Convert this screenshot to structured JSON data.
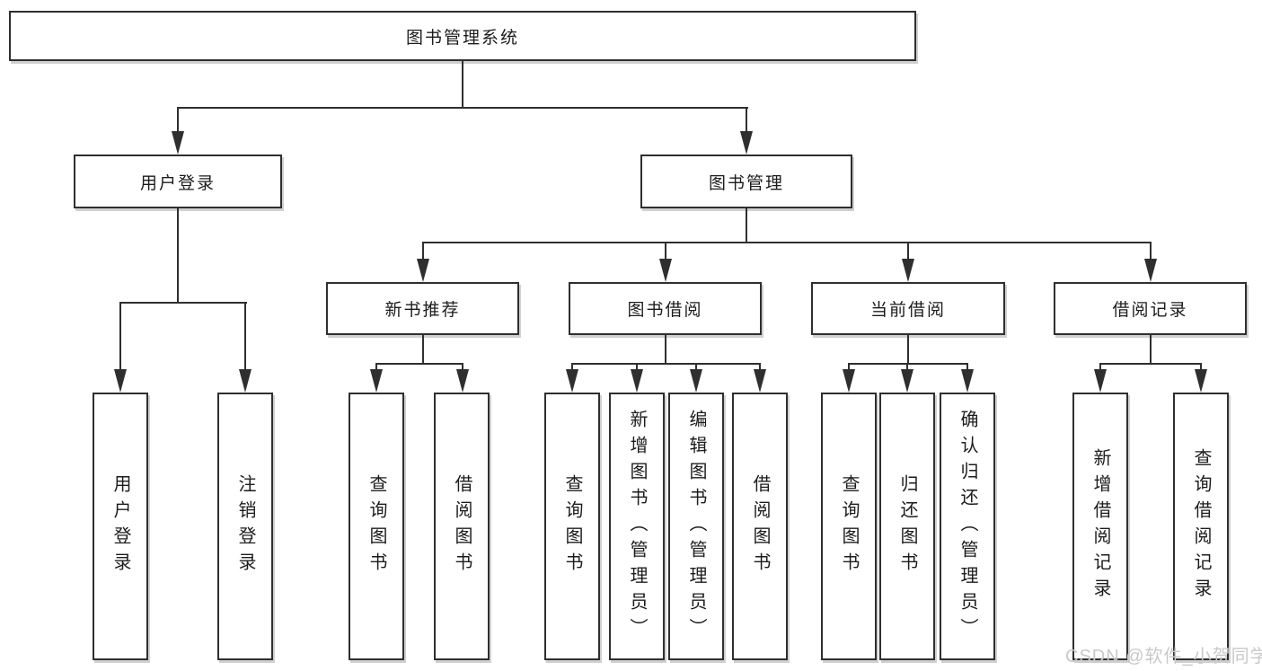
{
  "diagram": {
    "title_node": {
      "label": "图书管理系统"
    },
    "level2": [
      {
        "label": "用户登录"
      },
      {
        "label": "图书管理"
      }
    ],
    "level3": [
      {
        "label": "新书推荐"
      },
      {
        "label": "图书借阅"
      },
      {
        "label": "当前借阅"
      },
      {
        "label": "借阅记录"
      }
    ],
    "leaves": [
      {
        "label": "用户登录"
      },
      {
        "label": "注销登录"
      },
      {
        "label": "查询图书"
      },
      {
        "label": "借阅图书"
      },
      {
        "label": "查询图书"
      },
      {
        "label": "新增图书（管理员）"
      },
      {
        "label": "编辑图书（管理员）"
      },
      {
        "label": "借阅图书"
      },
      {
        "label": "查询图书"
      },
      {
        "label": "归还图书"
      },
      {
        "label": "确认归还（管理员）"
      },
      {
        "label": "新增借阅记录"
      },
      {
        "label": "查询借阅记录"
      }
    ]
  },
  "watermark": {
    "text": "CSDN @软件_小贺同学"
  },
  "colors": {
    "background": "#ffffff",
    "line": "#2f2f2f",
    "box_border": "#2f2f2f",
    "text": "#1c1c1c",
    "watermark": "#c9c9c9"
  }
}
